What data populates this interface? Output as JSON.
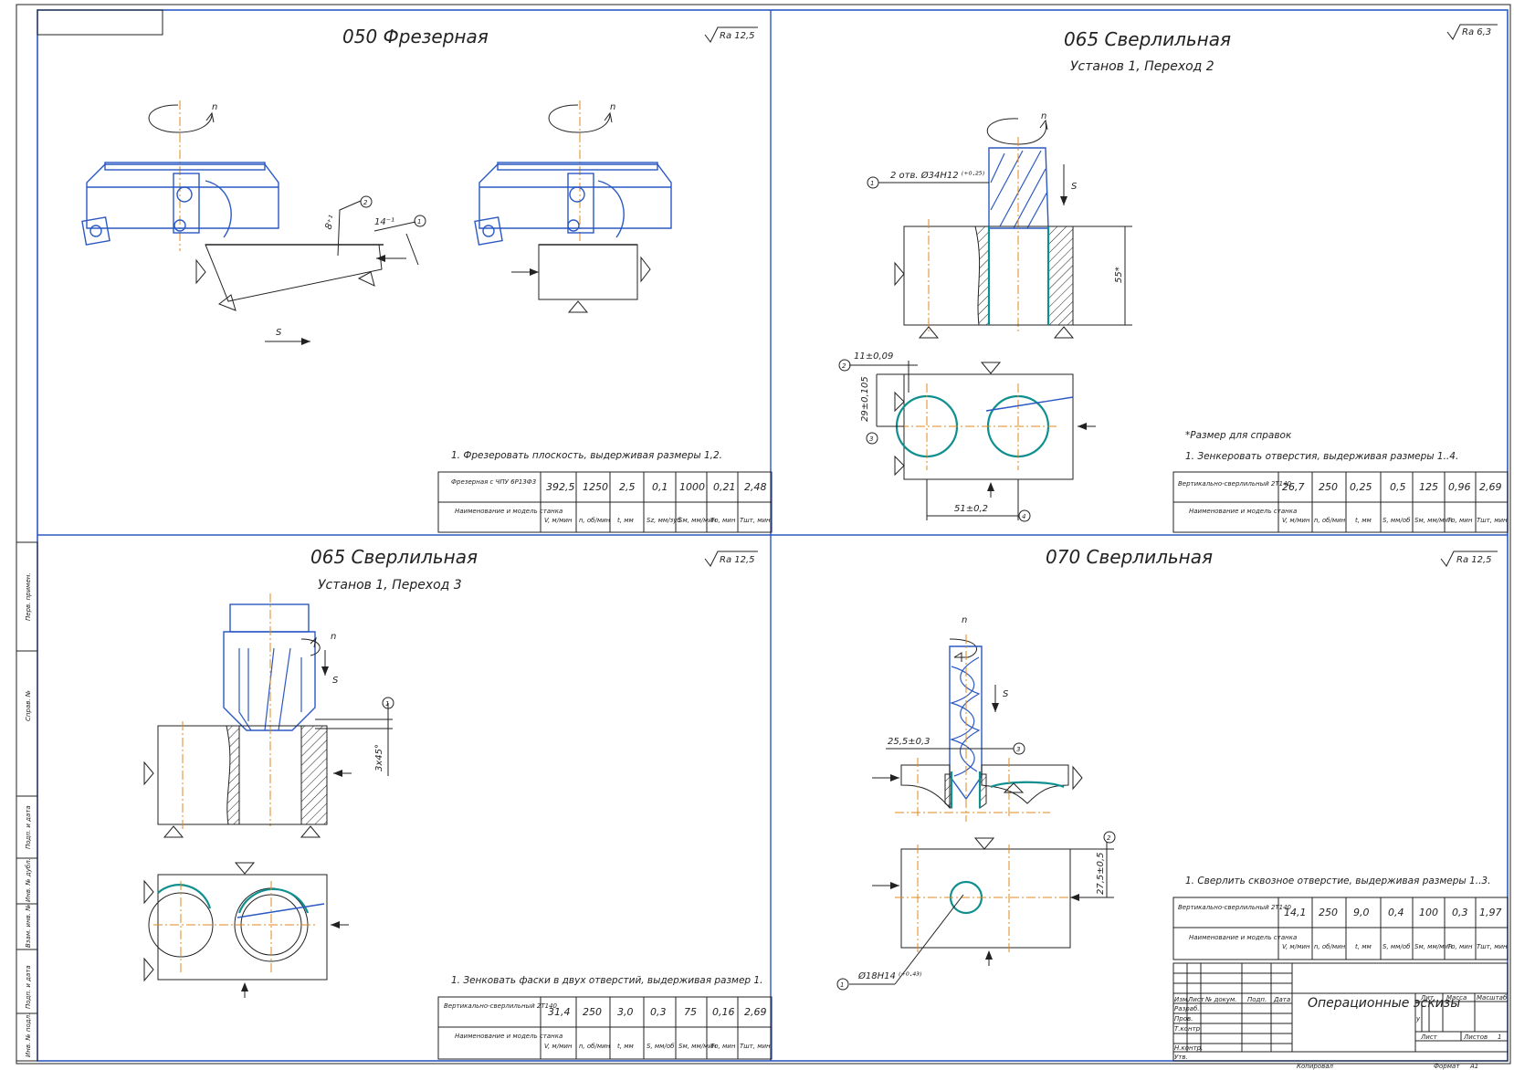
{
  "sheet": {
    "corner_label": "",
    "side_stamp": [
      "Перв. примен.",
      "Справ. №",
      "Подп. и дата",
      "Инв. № дубл.",
      "Взам. инв. №",
      "Подп. и дата",
      "Инв. № подл."
    ]
  },
  "q1": {
    "title": "050 Фрезерная",
    "roughness": "Ra 12,5",
    "note": "1. Фрезеровать плоскость, выдерживая размеры 1,2.",
    "labels": {
      "n1": "n",
      "n2": "n",
      "s": "S",
      "ang": "14⁻¹",
      "ang2": "8⁺¹",
      "c1": "1",
      "c2": "2"
    },
    "table": {
      "machine": "Фрезерная с ЧПУ 6Р13Ф3",
      "values": [
        "392,5",
        "1250",
        "2,5",
        "0,1",
        "1000",
        "0,21",
        "2,48"
      ],
      "row2_head": "Наименование и модель станка",
      "units": [
        "V, м/мин",
        "n, об/мин",
        "t, мм",
        "Sz, мм/зуб",
        "Sм, мм/мин",
        "Tо, мин",
        "Tшт, мин"
      ]
    }
  },
  "q2": {
    "title": "065 Сверлильная",
    "subtitle": "Установ 1, Переход 2",
    "roughness": "Ra 6,3",
    "dim_hole": "2 отв. Ø34H12 ⁽⁺⁰·²⁵⁾",
    "dim_55": "55*",
    "dim_11": "11±0,09",
    "dim_29": "29±0,105",
    "dim_51": "51±0,2",
    "note_ref": "*Размер для справок",
    "note": "1. Зенкеровать отверстия, выдерживая размеры 1..4.",
    "labels": {
      "n": "n",
      "s": "S",
      "c1": "1",
      "c2": "2",
      "c3": "3",
      "c4": "4"
    },
    "table": {
      "machine": "Вертикально-сверлильный 2Т140",
      "values": [
        "26,7",
        "250",
        "0,25",
        "0,5",
        "125",
        "0,96",
        "2,69"
      ],
      "row2_head": "Наименование и модель станка",
      "units": [
        "V, м/мин",
        "n, об/мин",
        "t, мм",
        "S, мм/об",
        "Sм, мм/мин",
        "Tо, мин",
        "Tшт, мин"
      ]
    }
  },
  "q3": {
    "title": "065 Сверлильная",
    "subtitle": "Установ 1, Переход 3",
    "roughness": "Ra 12,5",
    "dim_chamfer": "3x45°",
    "note": "1. Зенковать фаски в двух отверстий, выдерживая размер 1.",
    "labels": {
      "n": "n",
      "s": "S",
      "c1": "1"
    },
    "table": {
      "machine": "Вертикально-сверлильный 2Т140",
      "values": [
        "31,4",
        "250",
        "3,0",
        "0,3",
        "75",
        "0,16",
        "2,69"
      ],
      "row2_head": "Наименование и модель станка",
      "units": [
        "V, м/мин",
        "n, об/мин",
        "t, мм",
        "S, мм/об",
        "Sм, мм/мин",
        "Tо, мин",
        "Tшт, мин"
      ]
    }
  },
  "q4": {
    "title": "070 Сверлильная",
    "roughness": "Ra 12,5",
    "dim_25": "25,5±0,3",
    "dim_27": "27,5±0,5",
    "dim_d": "Ø18H14 ⁽⁺⁰·⁴³⁾",
    "note": "1. Сверлить сквозное отверстие, выдерживая размеры 1..3.",
    "labels": {
      "n": "n",
      "s": "S",
      "c1": "1",
      "c2": "2",
      "c3": "3"
    },
    "table": {
      "machine": "Вертикально-сверлильный 2Т140",
      "values": [
        "14,1",
        "250",
        "9,0",
        "0,4",
        "100",
        "0,3",
        "1,97"
      ],
      "row2_head": "Наименование и модель станка",
      "units": [
        "V, м/мин",
        "n, об/мин",
        "t, мм",
        "S, мм/об",
        "Sм, мм/мин",
        "Tо, мин",
        "Tшт, мин"
      ]
    }
  },
  "titleblock": {
    "doc_title": "Операционные эскизы",
    "row_labels": [
      "Изм.",
      "Лист",
      "№ докум.",
      "Подп.",
      "Дата"
    ],
    "roles": [
      "Разраб.",
      "Пров.",
      "Т.контр.",
      "Н.контр.",
      "Утв."
    ],
    "lit": "Лит.",
    "mass": "Масса",
    "scale": "Масштаб",
    "sheet": "Лист",
    "sheets": "Листов",
    "sheets_value": "1",
    "copied": "Копировал",
    "format": "Формат",
    "format_value": "А1",
    "u": "у"
  }
}
